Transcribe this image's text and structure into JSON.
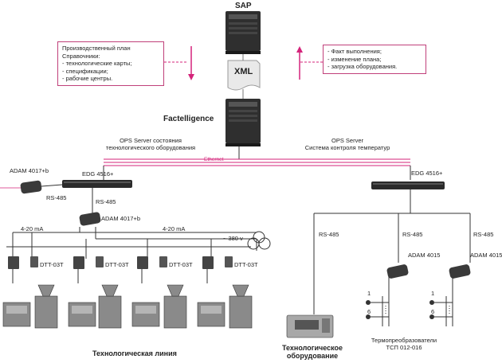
{
  "top": {
    "sap": "SAP",
    "xml": "XML",
    "facteligence": "Factelligence"
  },
  "plan_box": {
    "lines": [
      "Производственный план",
      "Справочники:",
      "- технологические карты;",
      "- спецификации;",
      "- рабочие центры."
    ]
  },
  "fact_box": {
    "lines": [
      "- Факт выполнения;",
      "- изменение плана;",
      "- загрузка оборудования."
    ]
  },
  "ops_left": [
    "OPS Server состояния",
    "технологического оборудования"
  ],
  "ops_right": [
    "OPS Server",
    "Система контроля температур"
  ],
  "ethernet": "Ethernet",
  "labels": {
    "adam_4017_top": "ADAM 4017+b",
    "adam_4017_mid": "ADAM 4017+b",
    "edg_left": "EDG 4516+",
    "edg_right": "EDG 4516+",
    "rs485_a": "RS-485",
    "rs485_b": "RS-485",
    "rs485_c": "RS-485",
    "rs485_d": "RS-485",
    "rs485_e": "RS-485",
    "ma_left": "4-20 mA",
    "ma_right": "4-20 mA",
    "v380": "~ 380 v",
    "dtt": [
      "DTT-03T",
      "DTT-03T",
      "DTT-03T",
      "DTT-03T"
    ],
    "adam_4015_a": "ADAM 4015",
    "adam_4015_b": "ADAM 4015",
    "n1a": "1",
    "n6a": "6",
    "n1b": "1",
    "n6b": "6"
  },
  "captions": {
    "line": "Технологическая линия",
    "equip1": "Технологическое",
    "equip2": "оборудование",
    "thermo1": "Термопреобразователи",
    "thermo2": "ТСП 012-016"
  },
  "colors": {
    "accent": "#d4237a",
    "line": "#333333",
    "device": "#2b2b2b"
  }
}
